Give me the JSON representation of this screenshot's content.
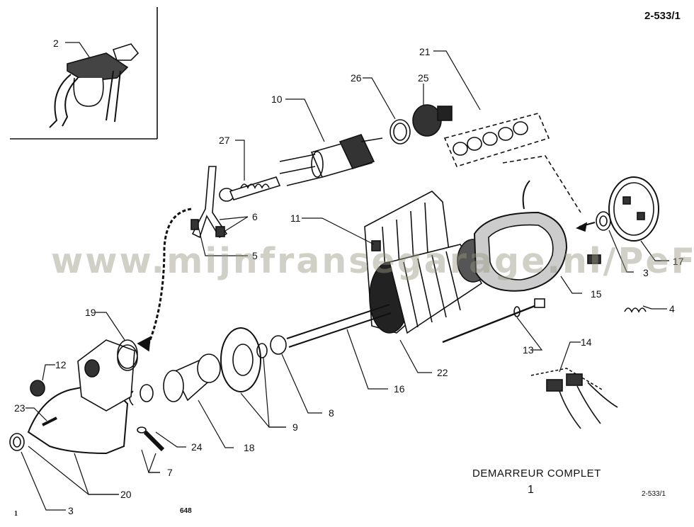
{
  "drawing_code": "2-533/1",
  "drawing_code_small": "2-533/1",
  "title": "DEMARREUR  COMPLET",
  "title_number": "1",
  "page_left": "1",
  "page_number": "648",
  "watermark": "www.mijnfransegarage.nl/PeFee",
  "callouts": [
    "2",
    "21",
    "26",
    "25",
    "10",
    "27",
    "6",
    "11",
    "5",
    "17",
    "3",
    "4",
    "15",
    "19",
    "13",
    "14",
    "12",
    "23",
    "22",
    "16",
    "8",
    "9",
    "24",
    "18",
    "7",
    "20",
    "3"
  ]
}
